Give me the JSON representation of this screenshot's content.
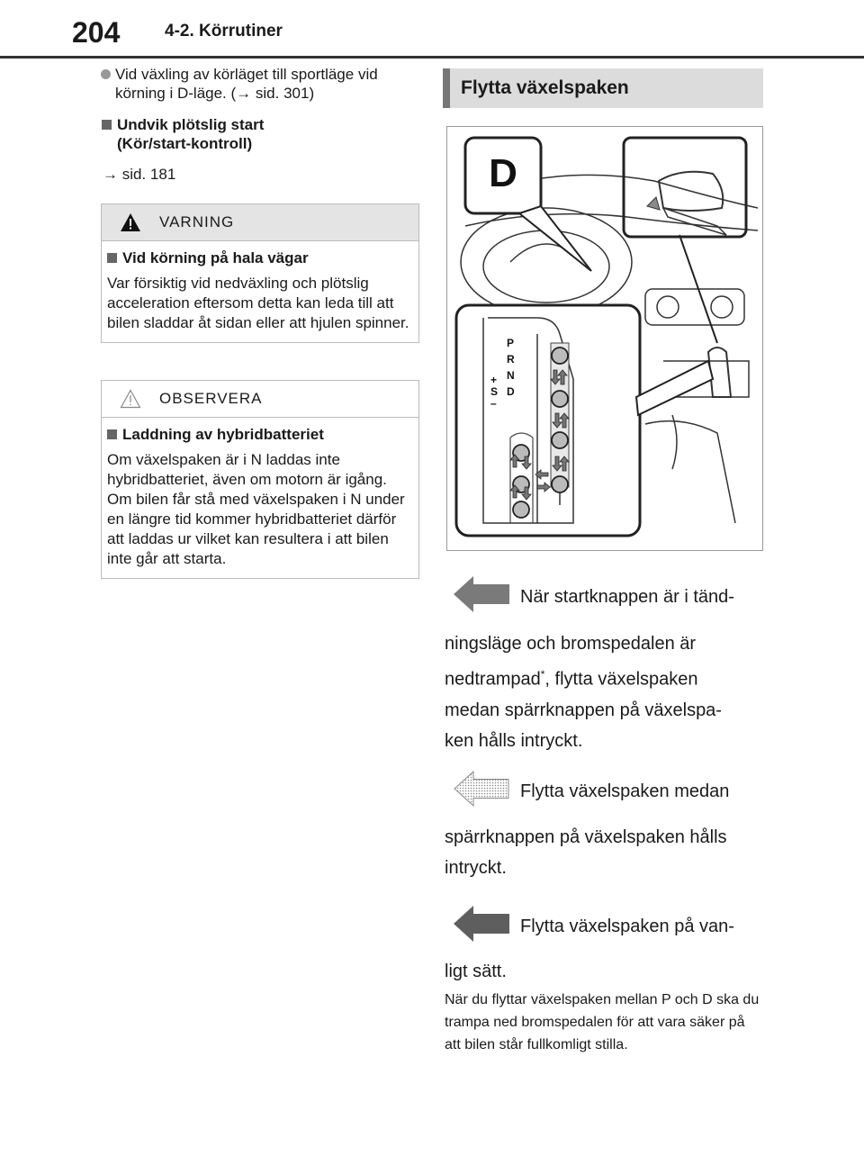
{
  "header": {
    "page_number": "204",
    "section": "4-2. Körrutiner"
  },
  "left": {
    "bullet_text": "Vid växling av körläget till sportläge vid körning i D-läge. (",
    "bullet_ref": "sid. 301)",
    "section_title_line1": "Undvik plötslig start",
    "section_title_line2": "(Kör/start-kontroll)",
    "section_ref": "sid. 181",
    "warning": {
      "label": "VARNING",
      "subtitle": "Vid körning på hala vägar",
      "body": "Var försiktig vid nedväxling och plötslig acceleration eftersom detta kan leda till att bilen sladdar åt sidan eller att hjulen spinner."
    },
    "notice": {
      "label": "OBSERVERA",
      "subtitle": "Laddning av hybridbatteriet",
      "body": "Om växelspaken är i N laddas inte hybridbatteriet, även om motorn är igång. Om bilen får stå med växelspaken i N under en längre tid kommer hybridbatteriet därför att laddas ur vilket kan resultera i att bilen inte går att starta."
    }
  },
  "right": {
    "heading": "Flytta växelspaken",
    "figure": {
      "callout_letter": "D",
      "gate_p": "P",
      "gate_r": "R",
      "gate_n": "N",
      "gate_d": "D",
      "gate_s": "S",
      "gate_plus": "+",
      "gate_minus": "–"
    },
    "step1_start": "När startknappen är i tänd-",
    "step1_l2": "ningsläge och bromspedalen är",
    "step1_l3a": "nedtrampad",
    "step1_star": "*",
    "step1_l3b": ", flytta växelspaken",
    "step1_l4": "medan spärrknappen på växelspa-",
    "step1_l5": "ken hålls intryckt.",
    "step2_start": "Flytta växelspaken medan",
    "step2_l2": "spärrknappen på växelspaken hålls",
    "step2_l3": "intryckt.",
    "step3_start": "Flytta växelspaken på van-",
    "step3_l2": "ligt sätt.",
    "note": "När du flyttar växelspaken mellan P och D ska du trampa ned bromspedalen för att vara säker på att bilen står fullkomligt stilla."
  }
}
